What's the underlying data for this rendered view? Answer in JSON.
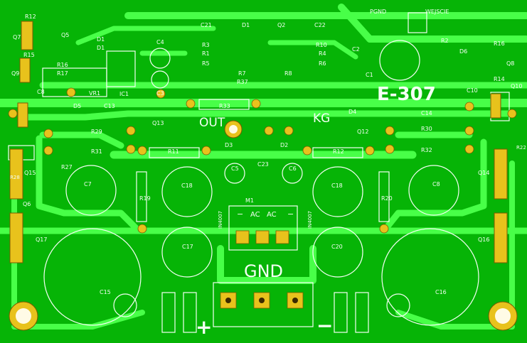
{
  "board": {
    "code": "E-307",
    "big_labels": {
      "out": "OUT",
      "kg": "KG",
      "gnd": "GND",
      "plus": "+",
      "minus": "−"
    },
    "top_labels": {
      "pgnd": "PGND",
      "wejscie": "WEJSCIE"
    },
    "bridge_label": "M1",
    "bridge_pins": [
      "−",
      "AC",
      "AC",
      "−"
    ],
    "colors": {
      "substrate": "#06b406",
      "copper": "#48ff48",
      "silkscreen": "#f4fff4",
      "pads": "#e8c21c"
    }
  },
  "designators": [
    {
      "id": "r12t",
      "text": "R12"
    },
    {
      "id": "q7",
      "text": "Q7"
    },
    {
      "id": "q5",
      "text": "Q5"
    },
    {
      "id": "r15",
      "text": "R15"
    },
    {
      "id": "q9",
      "text": "Q9"
    },
    {
      "id": "r16l",
      "text": "R16"
    },
    {
      "id": "r17",
      "text": "R17"
    },
    {
      "id": "c8l",
      "text": "C8"
    },
    {
      "id": "vr1",
      "text": "VR1"
    },
    {
      "id": "d1a",
      "text": "D1"
    },
    {
      "id": "d1b",
      "text": "D1"
    },
    {
      "id": "c4",
      "text": "C4"
    },
    {
      "id": "ic1",
      "text": "IC1"
    },
    {
      "id": "c3",
      "text": "C3"
    },
    {
      "id": "c21",
      "text": "C21"
    },
    {
      "id": "r3",
      "text": "R3"
    },
    {
      "id": "r1",
      "text": "R1"
    },
    {
      "id": "r5",
      "text": "R5"
    },
    {
      "id": "d1c",
      "text": "D1"
    },
    {
      "id": "q2",
      "text": "Q2"
    },
    {
      "id": "r7",
      "text": "R7"
    },
    {
      "id": "r37",
      "text": "R37"
    },
    {
      "id": "r8",
      "text": "R8"
    },
    {
      "id": "c22",
      "text": "C22"
    },
    {
      "id": "r10",
      "text": "R10"
    },
    {
      "id": "r4",
      "text": "R4"
    },
    {
      "id": "r6",
      "text": "R6"
    },
    {
      "id": "c2",
      "text": "C2"
    },
    {
      "id": "c1",
      "text": "C1"
    },
    {
      "id": "r2",
      "text": "R2"
    },
    {
      "id": "d6",
      "text": "D6"
    },
    {
      "id": "r16r",
      "text": "R16"
    },
    {
      "id": "q8",
      "text": "Q8"
    },
    {
      "id": "r14",
      "text": "R14"
    },
    {
      "id": "q10",
      "text": "Q10"
    },
    {
      "id": "c10",
      "text": "C10"
    },
    {
      "id": "d5",
      "text": "D5"
    },
    {
      "id": "c13",
      "text": "C13"
    },
    {
      "id": "q13",
      "text": "Q13"
    },
    {
      "id": "r33",
      "text": "R33"
    },
    {
      "id": "r29",
      "text": "R29"
    },
    {
      "id": "r31",
      "text": "R31"
    },
    {
      "id": "r27",
      "text": "R27"
    },
    {
      "id": "q15",
      "text": "Q15"
    },
    {
      "id": "q6",
      "text": "Q6"
    },
    {
      "id": "r11",
      "text": "R11"
    },
    {
      "id": "d3",
      "text": "D3"
    },
    {
      "id": "d2",
      "text": "D2"
    },
    {
      "id": "r12",
      "text": "R12"
    },
    {
      "id": "d4",
      "text": "D4"
    },
    {
      "id": "c14",
      "text": "C14"
    },
    {
      "id": "q12",
      "text": "Q12"
    },
    {
      "id": "r30",
      "text": "R30"
    },
    {
      "id": "r32",
      "text": "R32"
    },
    {
      "id": "c7",
      "text": "C7"
    },
    {
      "id": "r19",
      "text": "R19"
    },
    {
      "id": "c18l",
      "text": "C18"
    },
    {
      "id": "c5",
      "text": "C5"
    },
    {
      "id": "c23",
      "text": "C23"
    },
    {
      "id": "c6",
      "text": "C6"
    },
    {
      "id": "c18r",
      "text": "C18"
    },
    {
      "id": "r20",
      "text": "R20"
    },
    {
      "id": "c8r",
      "text": "C8"
    },
    {
      "id": "q14",
      "text": "Q14"
    },
    {
      "id": "q16",
      "text": "Q16"
    },
    {
      "id": "q17",
      "text": "Q17"
    },
    {
      "id": "c17",
      "text": "C17"
    },
    {
      "id": "c20",
      "text": "C20"
    },
    {
      "id": "c15",
      "text": "C15"
    },
    {
      "id": "c16",
      "text": "C16"
    },
    {
      "id": "in4007a",
      "text": "IN4007"
    },
    {
      "id": "in4007b",
      "text": "IN4007"
    },
    {
      "id": "r22",
      "text": "R22"
    },
    {
      "id": "r28",
      "text": "R28"
    }
  ]
}
